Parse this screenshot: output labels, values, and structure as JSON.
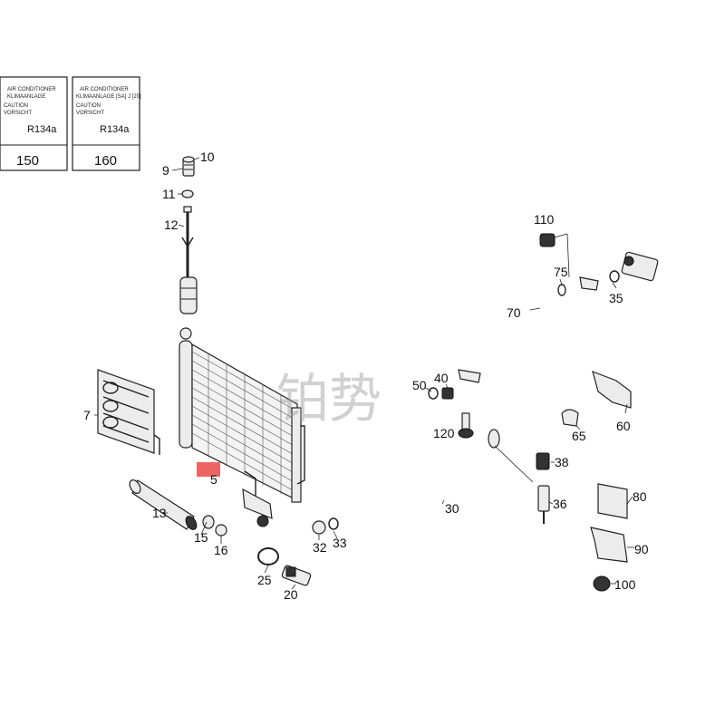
{
  "labels": {
    "left": {
      "lines": [
        "AIR CONDITIONER",
        "KLIMAANLAGE",
        "CAUTION",
        "VORSICHT",
        "R134a"
      ],
      "number": "150"
    },
    "right": {
      "lines": [
        "AIR CONDITIONER",
        "KLIMAANLAGE [SA] J [20]",
        "CAUTION",
        "VORSICHT",
        "R134a"
      ],
      "number": "160"
    }
  },
  "callouts": {
    "c5": "5",
    "c7": "7",
    "c9": "9",
    "c10": "10",
    "c11": "11",
    "c12": "12",
    "c13": "13",
    "c15": "15",
    "c16": "16",
    "c20": "20",
    "c25": "25",
    "c30": "30",
    "c32": "32",
    "c33": "33",
    "c35": "35",
    "c36": "36",
    "c38": "38",
    "c40": "40",
    "c50": "50",
    "c60": "60",
    "c65": "65",
    "c70": "70",
    "c75": "75",
    "c80": "80",
    "c90": "90",
    "c100": "100",
    "c110": "110",
    "c120": "120"
  },
  "watermark": "铂势",
  "colors": {
    "highlight": "#e84a4a",
    "ink": "#222222"
  }
}
